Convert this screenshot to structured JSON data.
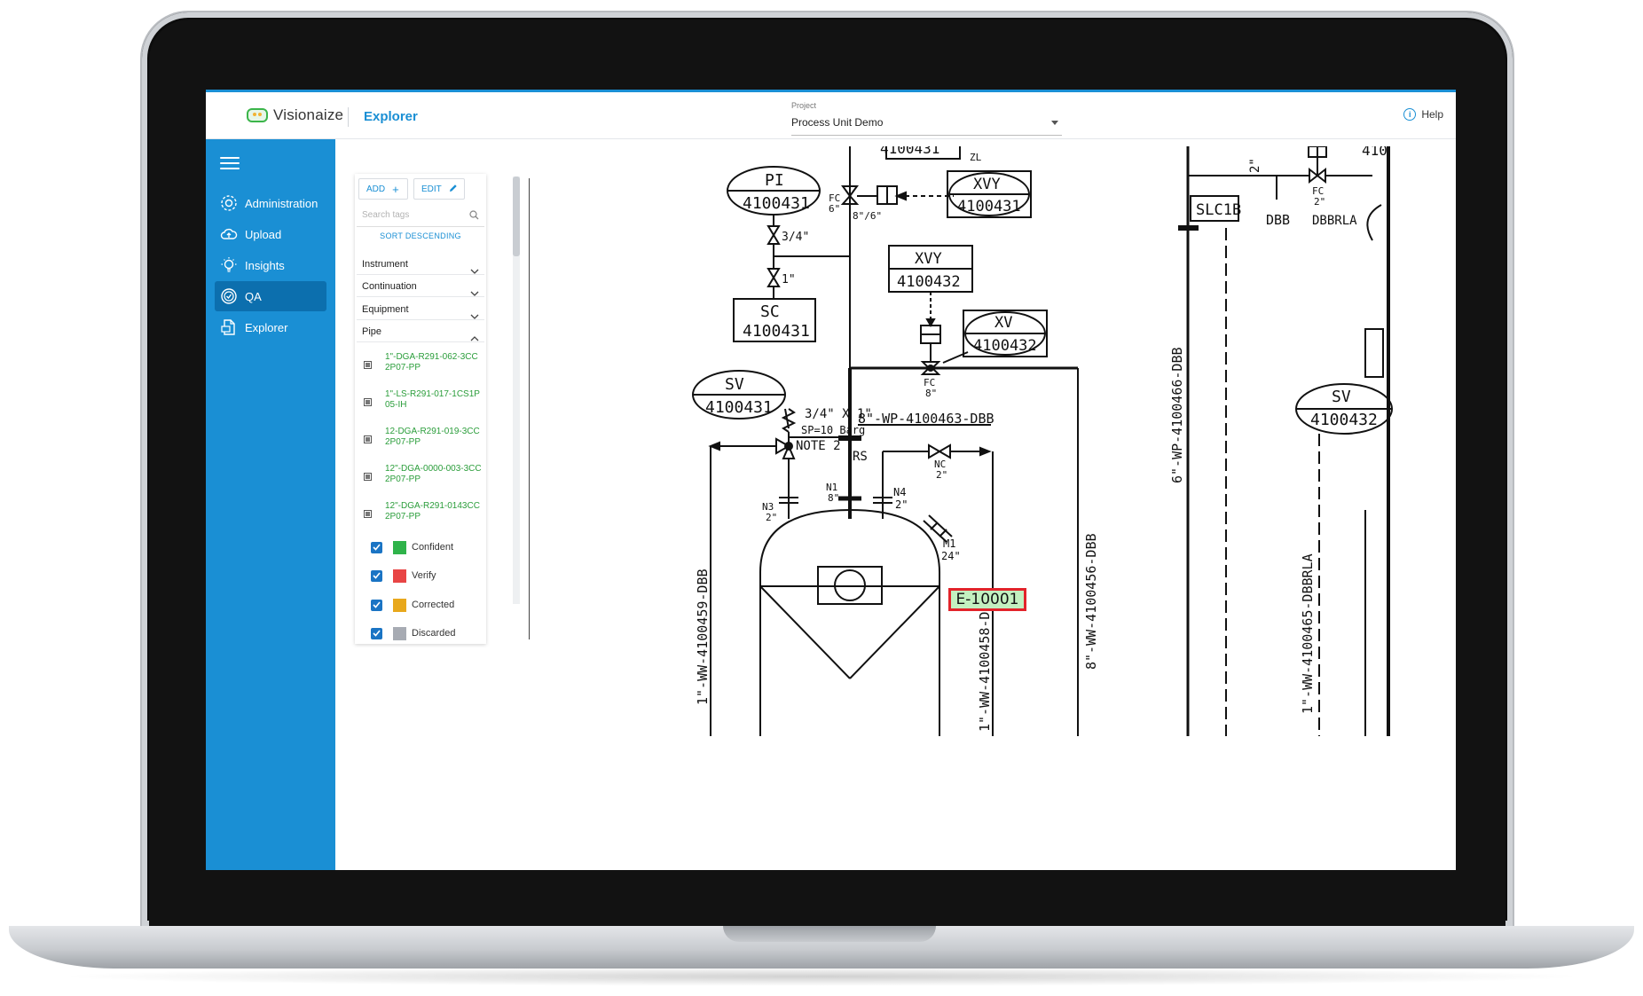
{
  "app": {
    "brand": "Visionaize",
    "section": "Explorer",
    "accent_color": "#1a8fd4"
  },
  "project": {
    "label": "Project",
    "value": "Process Unit Demo"
  },
  "help": {
    "label": "Help",
    "icon": "info-icon"
  },
  "sidebar": {
    "items": [
      {
        "label": "Administration",
        "icon": "gear-icon"
      },
      {
        "label": "Upload",
        "icon": "cloud-upload-icon"
      },
      {
        "label": "Insights",
        "icon": "lightbulb-icon"
      },
      {
        "label": "QA",
        "icon": "badge-check-icon",
        "active": true
      },
      {
        "label": "Explorer",
        "icon": "document-icon"
      }
    ]
  },
  "tag_panel": {
    "add_label": "ADD",
    "edit_label": "EDIT",
    "search_placeholder": "Search tags",
    "sort_label": "SORT DESCENDING",
    "categories": [
      {
        "label": "Instrument",
        "expanded": false
      },
      {
        "label": "Continuation",
        "expanded": false
      },
      {
        "label": "Equipment",
        "expanded": false
      },
      {
        "label": "Pipe",
        "expanded": true
      }
    ],
    "pipe_items": [
      "1\"-DGA-R291-062-3CC2P07-PP",
      "1\"-LS-R291-017-1CS1P05-IH",
      "12-DGA-R291-019-3CC2P07-PP",
      "12\"-DGA-0000-003-3CC2P07-PP",
      "12\"-DGA-R291-0143CC2P07-PP"
    ],
    "legend": [
      {
        "label": "Confident",
        "color": "#2fb34a",
        "checked": true
      },
      {
        "label": "Verify",
        "color": "#e84545",
        "checked": true
      },
      {
        "label": "Corrected",
        "color": "#e8a81c",
        "checked": true
      },
      {
        "label": "Discarded",
        "color": "#a7abb3",
        "checked": true
      }
    ]
  },
  "diagram": {
    "instruments": {
      "pi": [
        "PI",
        "4100431"
      ],
      "xvy1": [
        "XVY",
        "4100431"
      ],
      "xvy2": [
        "XVY",
        "4100432"
      ],
      "xv": [
        "XV",
        "4100432"
      ],
      "sc": [
        "SC",
        "4100431"
      ],
      "sv1": [
        "SV",
        "4100431"
      ],
      "sv2": [
        "SV",
        "4100432"
      ],
      "slc": "SLC1B",
      "top_partial": "4100431",
      "top_right_partial": "410"
    },
    "labels": {
      "zl": "ZL",
      "fc6": "FC",
      "fc6_size": "6\"",
      "size_8_6": "8\"/6\"",
      "size_34": "3/4\"",
      "size_1": "1\"",
      "fc8": "FC",
      "fc8_size": "8\"",
      "relief": "3/4\" X 1\"",
      "sp": "SP=10 Barg",
      "note": "NOTE 2",
      "rs": "RS",
      "line_463": "8\"-WP-4100463-DBB",
      "nc": "NC",
      "nc_size": "2\"",
      "n1": "N1",
      "n1_size": "8\"",
      "n3": "N3",
      "n3_size": "2\"",
      "n4": "N4",
      "n4_size": "2\"",
      "m1": "M1",
      "m1_size": "24\"",
      "line_459": "1\"-WW-4100459-DBB",
      "line_458": "1\"-WW-4100458-DBB",
      "line_456": "8\"-WW-4100456-DBB",
      "line_466": "6\"-WP-4100466-DBB",
      "line_465": "1\"-WW-4100465-DBBRLA",
      "dbb": "DBB",
      "dbbrla": "DBBRLA",
      "fc2": "FC",
      "fc2_size": "2\"",
      "size_2": "2\""
    },
    "equipment_tag": "E-10001",
    "equipment_status": "Verify"
  }
}
